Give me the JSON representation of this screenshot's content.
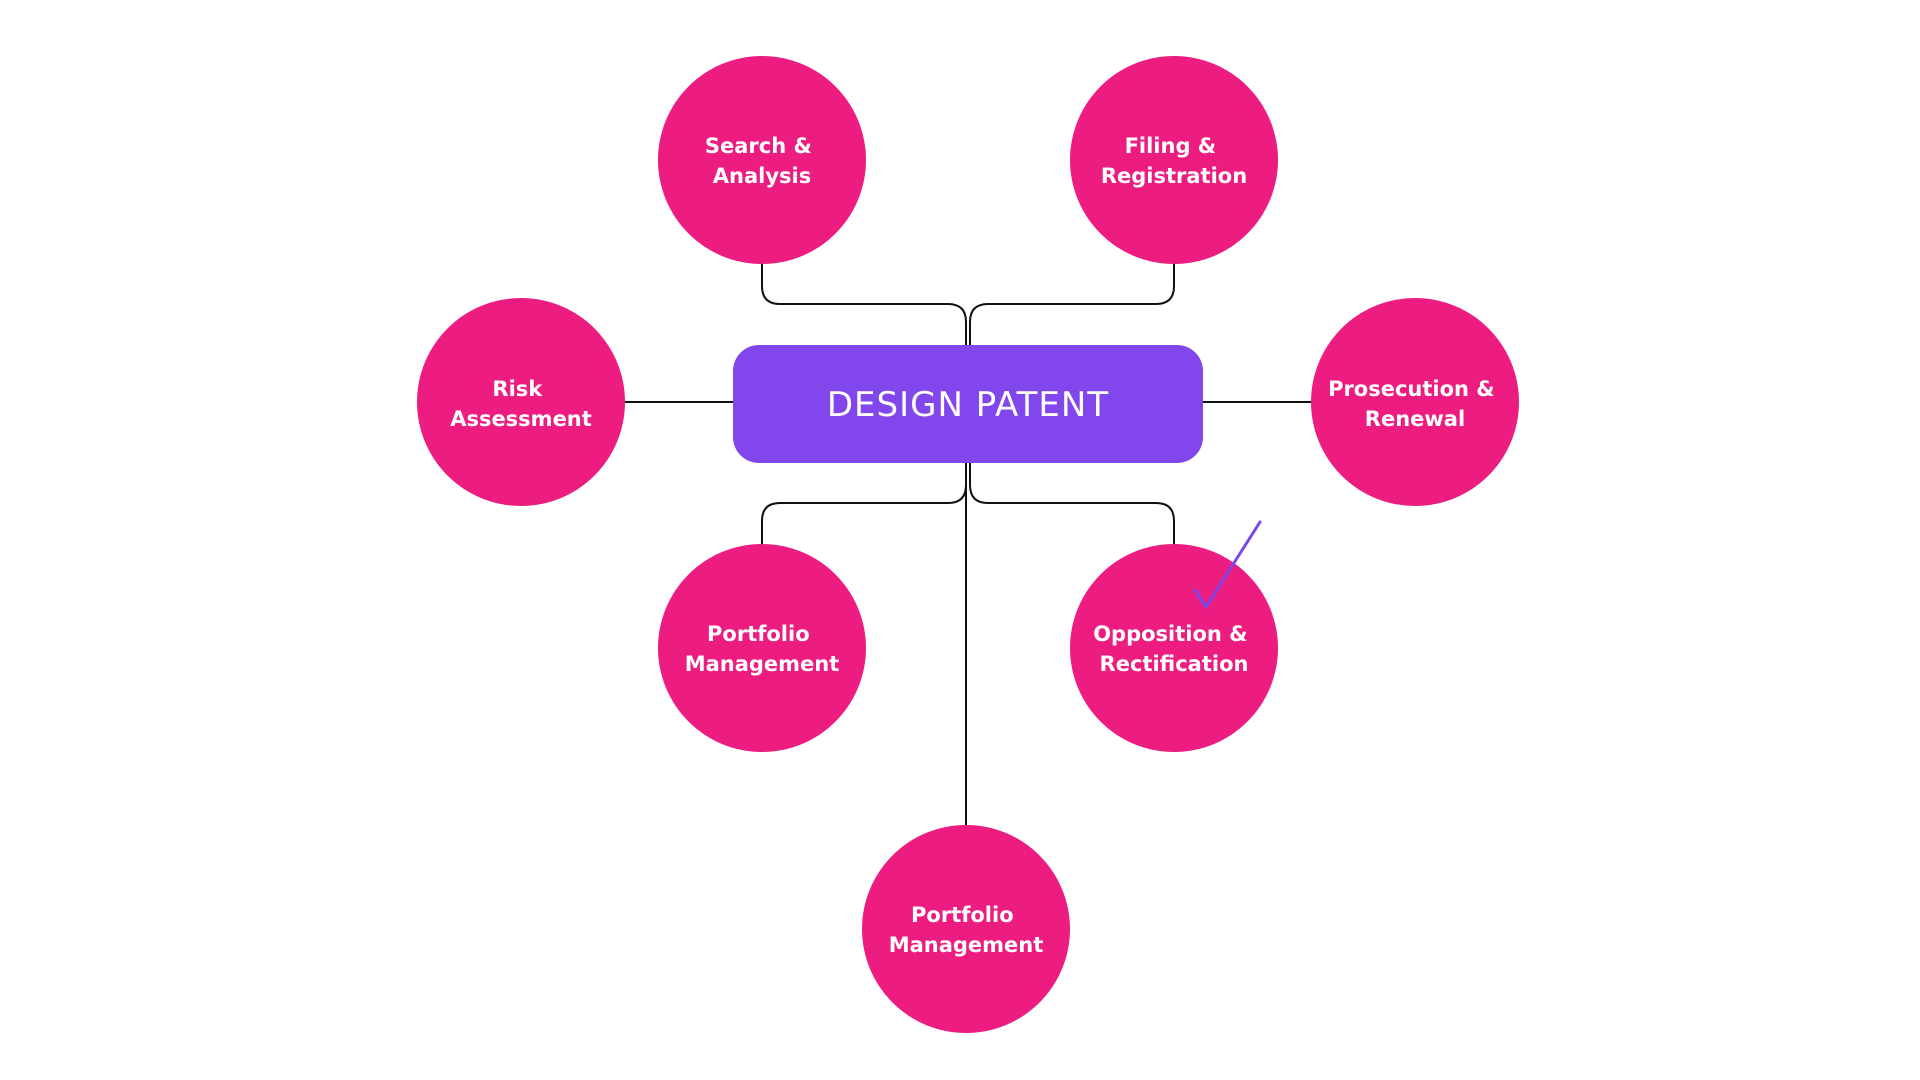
{
  "colors": {
    "background": "#ffffff",
    "node_fill": "#EC1C80",
    "center_fill": "#8247EC",
    "label_text": "#ffffff",
    "connector": "#111111",
    "checkmark": "#7B48E8"
  },
  "center": {
    "label": "DESIGN PATENT"
  },
  "nodes": [
    {
      "id": "search-analysis",
      "lines": [
        "Search &",
        "Analysis"
      ]
    },
    {
      "id": "filing-registration",
      "lines": [
        "Filing &",
        "Registration"
      ]
    },
    {
      "id": "risk-assessment",
      "lines": [
        "Risk",
        "Assessment"
      ]
    },
    {
      "id": "prosecution-renewal",
      "lines": [
        "Prosecution &",
        "Renewal"
      ]
    },
    {
      "id": "portfolio-management-left",
      "lines": [
        "Portfolio",
        "Management"
      ]
    },
    {
      "id": "opposition-rectification",
      "lines": [
        "Opposition &",
        "Rectification"
      ],
      "checked": true
    },
    {
      "id": "portfolio-management-bottom",
      "lines": [
        "Portfolio",
        "Management"
      ]
    }
  ],
  "checkmark_icon": "checkmark-icon"
}
